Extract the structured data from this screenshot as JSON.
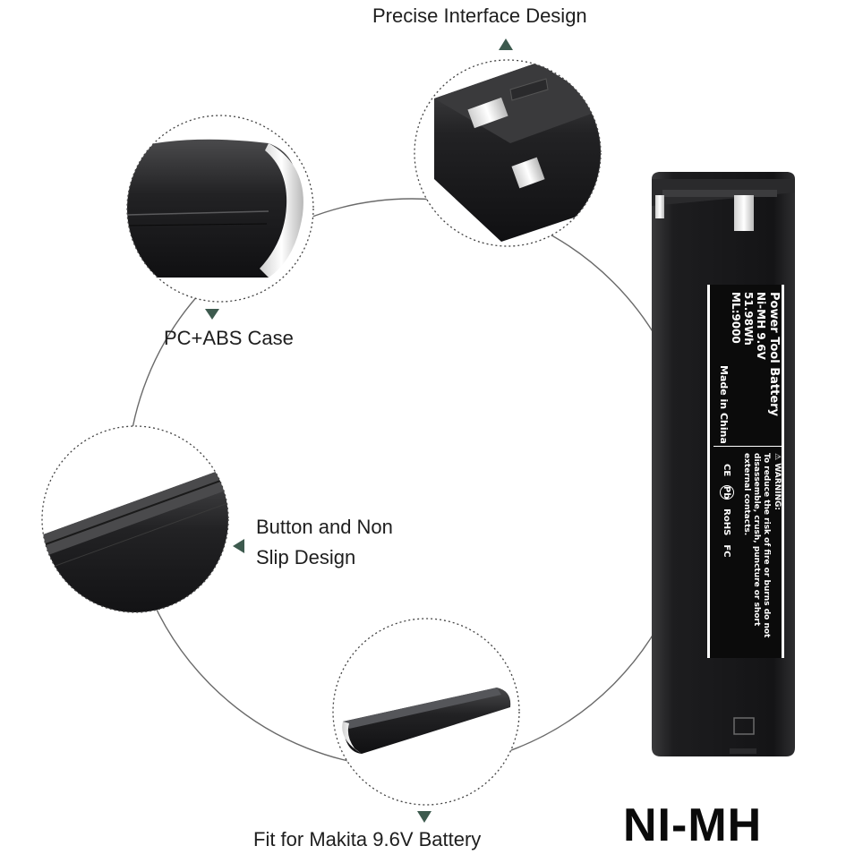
{
  "callouts": {
    "interface": "Precise Interface Design",
    "case": "PC+ABS Case",
    "button_line1": "Button and Non",
    "button_line2": "Slip Design",
    "fit": "Fit for Makita 9.6V Battery"
  },
  "brand_text": "NI-MH",
  "battery_label": {
    "title": "Power Tool Battery",
    "chemistry": "Ni-MH 9.6V",
    "energy": "51.98Wh",
    "model": "ML:9000",
    "origin": "Made in China",
    "warning_title": "WARNING:",
    "warning_text": "To reduce the risk of fire or burns do not disassemble, crush, puncture or short external contacts.",
    "marks": [
      "CE",
      "Pb",
      "RoHS",
      "FC"
    ]
  },
  "colors": {
    "battery_body": "#1c1c1e",
    "accent_arrow": "#3d5a4e",
    "circle_outline": "#555555"
  }
}
